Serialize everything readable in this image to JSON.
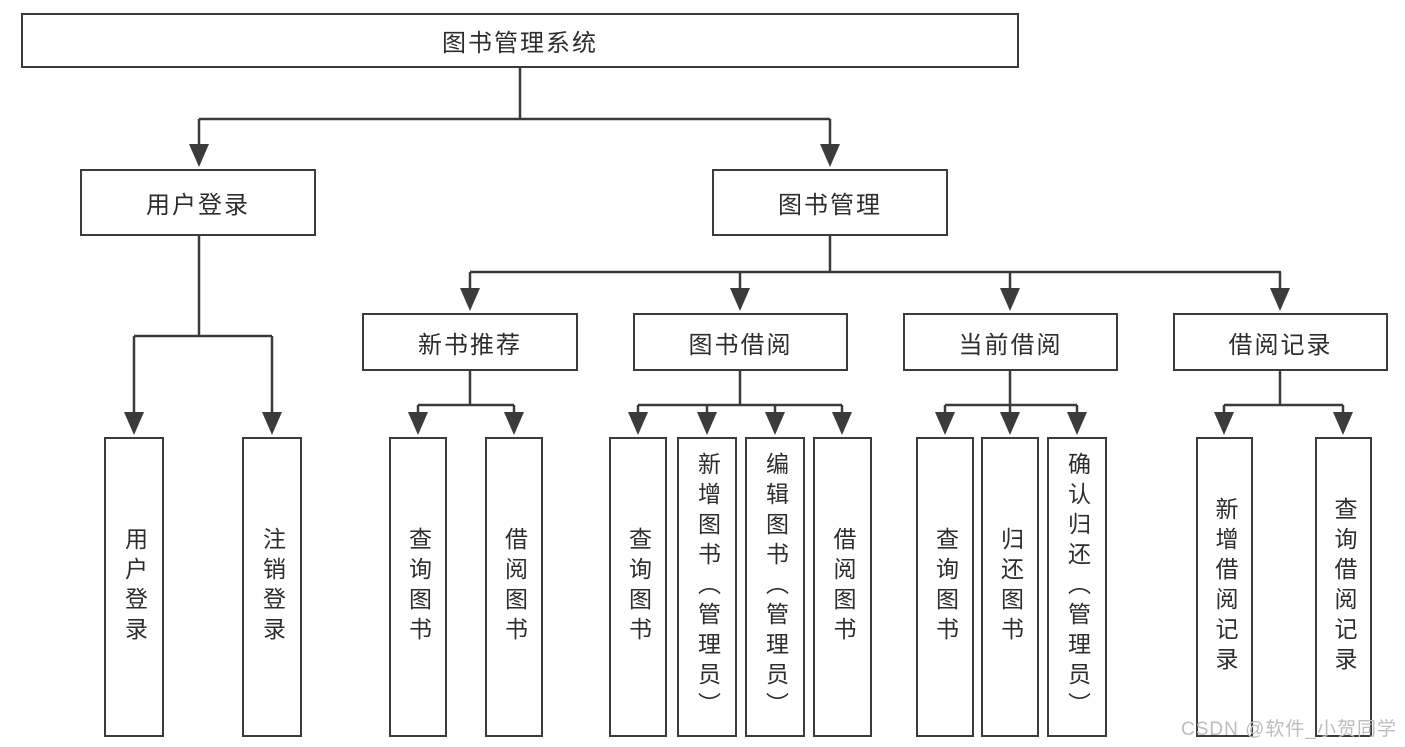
{
  "tree": {
    "label": "图书管理系统",
    "children": [
      {
        "label": "用户登录",
        "children": [
          {
            "label": "用户登录"
          },
          {
            "label": "注销登录"
          }
        ]
      },
      {
        "label": "图书管理",
        "children": [
          {
            "label": "新书推荐",
            "children": [
              {
                "label": "查询图书"
              },
              {
                "label": "借阅图书"
              }
            ]
          },
          {
            "label": "图书借阅",
            "children": [
              {
                "label": "查询图书"
              },
              {
                "label": "新增图书（管理员）"
              },
              {
                "label": "编辑图书（管理员）"
              },
              {
                "label": "借阅图书"
              }
            ]
          },
          {
            "label": "当前借阅",
            "children": [
              {
                "label": "查询图书"
              },
              {
                "label": "归还图书"
              },
              {
                "label": "确认归还（管理员）"
              }
            ]
          },
          {
            "label": "借阅记录",
            "children": [
              {
                "label": "新增借阅记录"
              },
              {
                "label": "查询借阅记录"
              }
            ]
          }
        ]
      }
    ]
  },
  "watermark": {
    "text": "CSDN @软件_小贺同学"
  },
  "colors": {
    "line": "#3b3b3b",
    "text": "#2d2d2d",
    "box_background": "#ffffff",
    "page_background": "#ffffff",
    "watermark": "#bdbdbd"
  }
}
